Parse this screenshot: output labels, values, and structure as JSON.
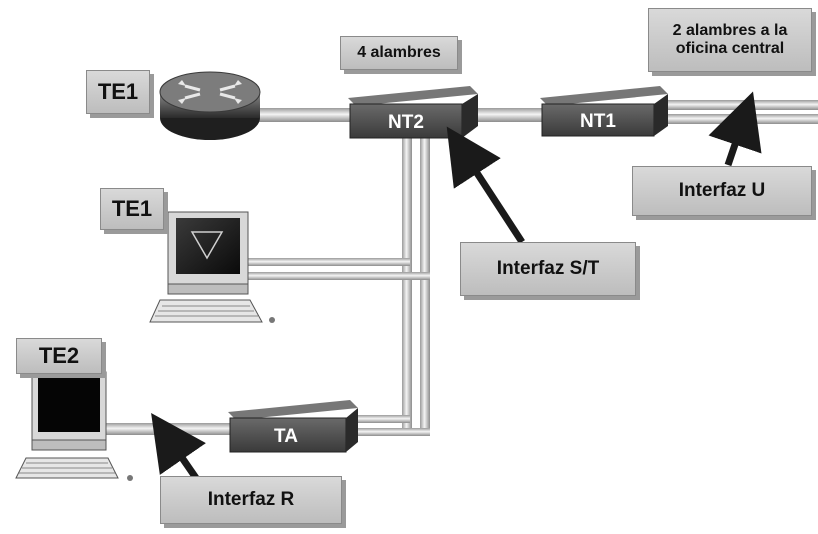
{
  "labels": {
    "te1_router": "TE1",
    "te1_workstation": "TE1",
    "te2": "TE2",
    "four_wires": "4 alambres",
    "two_wires_line1": "2 alambres a la",
    "two_wires_line2": "oficina central",
    "interface_u": "Interfaz U",
    "interface_st": "Interfaz S/T",
    "interface_r": "Interfaz R"
  },
  "devices": {
    "nt2": "NT2",
    "nt1": "NT1",
    "ta": "TA"
  }
}
